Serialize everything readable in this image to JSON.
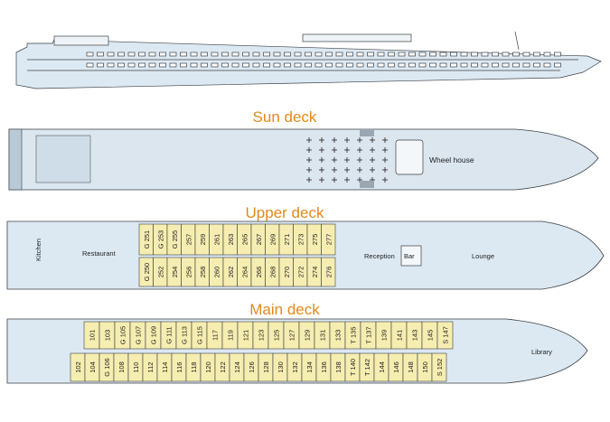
{
  "colors": {
    "hull": "#dde9f2",
    "cabin": "#f6edb0",
    "line": "#3a3f45",
    "title": "#e08a1a",
    "sundeck": "#dbe6ef"
  },
  "titles": {
    "sun": "Sun deck",
    "upper": "Upper deck",
    "main": "Main deck"
  },
  "sun_labels": {
    "wheel_house": "Wheel house"
  },
  "upper_labels": {
    "kitchen": "Kitchen",
    "restaurant": "Restaurant",
    "reception": "Reception",
    "bar": "Bar",
    "lounge": "Lounge"
  },
  "main_labels": {
    "library": "Library"
  },
  "upper_cabins_top": [
    "G 251",
    "G 253",
    "G 255",
    "257",
    "259",
    "261",
    "263",
    "265",
    "267",
    "269",
    "271",
    "273",
    "275",
    "277"
  ],
  "upper_cabins_bottom": [
    "G 250",
    "252",
    "254",
    "256",
    "258",
    "260",
    "262",
    "264",
    "266",
    "268",
    "270",
    "272",
    "274",
    "276"
  ],
  "main_cabins_top": [
    "101",
    "103",
    "G 105",
    "G 107",
    "G 109",
    "G 111",
    "G 113",
    "G 115",
    "117",
    "119",
    "121",
    "123",
    "125",
    "127",
    "129",
    "131",
    "133",
    "T 135",
    "T 137",
    "139",
    "141",
    "143",
    "145",
    "S 147"
  ],
  "main_cabins_bottom": [
    "102",
    "104",
    "G 106",
    "108",
    "110",
    "112",
    "114",
    "116",
    "118",
    "120",
    "122",
    "124",
    "126",
    "128",
    "130",
    "132",
    "134",
    "136",
    "138",
    "T 140",
    "T 142",
    "144",
    "146",
    "148",
    "150",
    "S 152"
  ]
}
